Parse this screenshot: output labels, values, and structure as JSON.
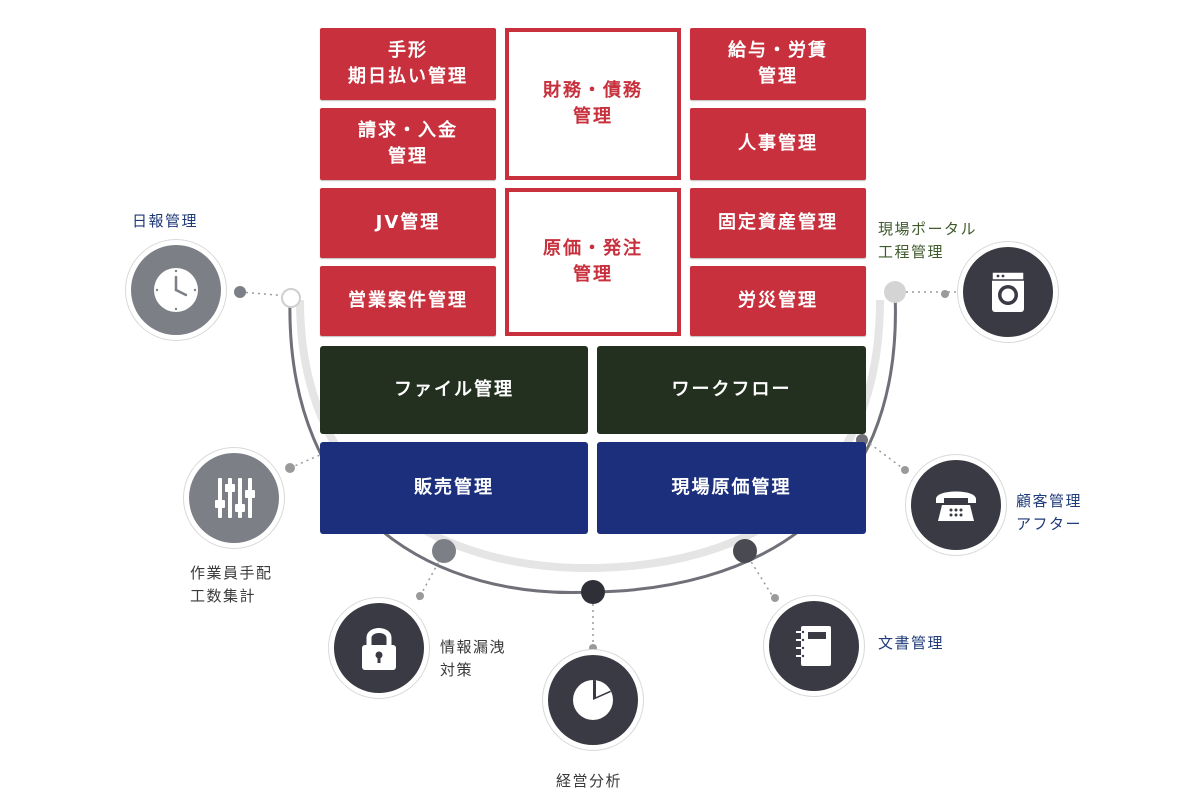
{
  "colors": {
    "red": "#c7303c",
    "dark_green": "#23301f",
    "navy": "#1b2f7c",
    "node_gray": "#7d7f86",
    "node_dark": "#3a3a44",
    "arc": "#6f7078"
  },
  "top_grid": {
    "left": [
      {
        "text": "手形\n期日払い管理"
      },
      {
        "text": "請求・入金\n管理"
      },
      {
        "text": "JV管理"
      },
      {
        "text": "営業案件管理"
      }
    ],
    "center": [
      {
        "text": "財務・債務\n管理"
      },
      {
        "text": "原価・発注\n管理"
      }
    ],
    "right": [
      {
        "text": "給与・労賃\n管理"
      },
      {
        "text": "人事管理"
      },
      {
        "text": "固定資産管理"
      },
      {
        "text": "労災管理"
      }
    ]
  },
  "middle_row": {
    "file_management": "ファイル管理",
    "workflow": "ワークフロー"
  },
  "bottom_row": {
    "sales_management": "販売管理",
    "site_cost_management": "現場原価管理"
  },
  "satellites": {
    "daily_report": {
      "label": "日報管理",
      "icon": "clock-icon"
    },
    "site_portal": {
      "label": "現場ポータル\n工程管理",
      "icon": "washing-machine-icon"
    },
    "worker_dispatch": {
      "label": "作業員手配\n工数集計",
      "icon": "sliders-icon"
    },
    "customer_aftercare": {
      "label": "顧客管理\nアフター",
      "icon": "telephone-icon"
    },
    "info_leak_prevention": {
      "label": "情報漏洩\n対策",
      "icon": "lock-icon"
    },
    "business_analysis": {
      "label": "経営分析",
      "icon": "pie-chart-icon"
    },
    "document_management": {
      "label": "文書管理",
      "icon": "notebook-icon"
    }
  }
}
